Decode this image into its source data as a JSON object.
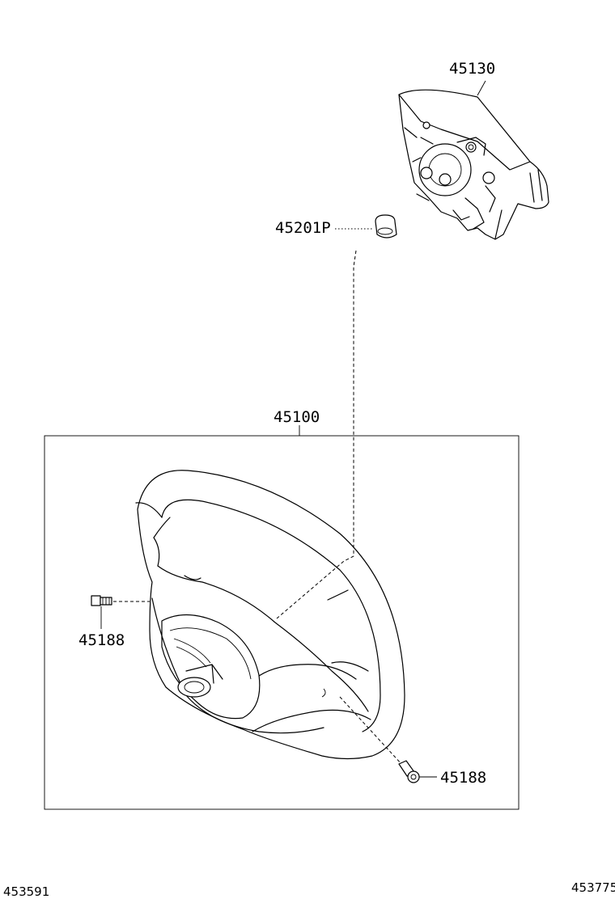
{
  "parts": {
    "airbag_label": "45130",
    "cushion_label": "45201P",
    "wheel_label": "45100",
    "screw_left_label": "45188",
    "screw_right_label": "45188"
  },
  "footer": {
    "left_code": "453591",
    "right_code": "453775"
  }
}
